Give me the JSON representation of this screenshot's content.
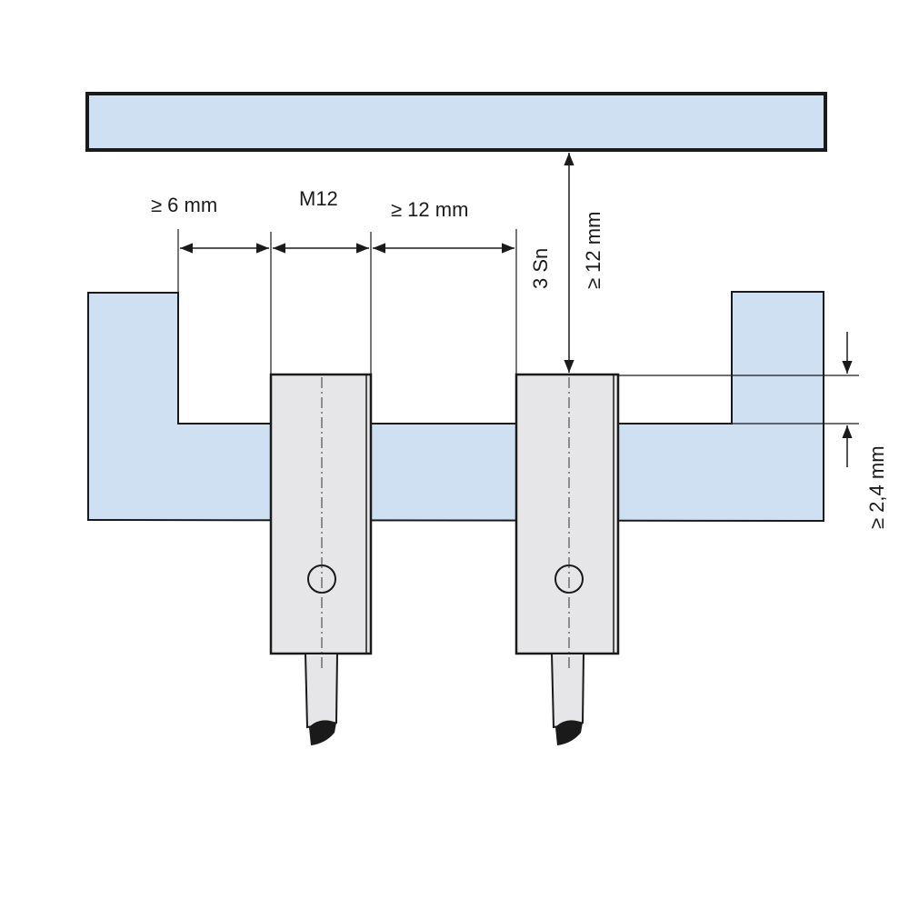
{
  "colors": {
    "mounting_fill": "#cfe0f2",
    "target_fill": "#cfe0f2",
    "sensor_fill": "#e6e6e8",
    "outline": "#1a1a1a",
    "cable_end": "#1a1a1a"
  },
  "labels": {
    "dim_side_clearance": "≥ 6 mm",
    "dim_sensor_size": "M12",
    "dim_sensor_spacing": "≥ 12 mm",
    "dim_sensing_gap": "3 Sn",
    "dim_target_distance": "≥ 12 mm",
    "dim_protrusion": "≥ 2,4 mm"
  }
}
